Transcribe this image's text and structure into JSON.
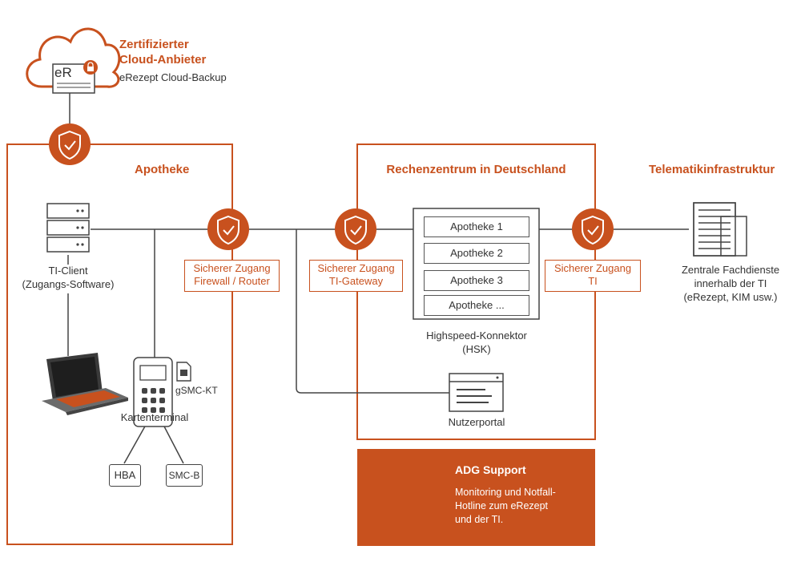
{
  "cloud": {
    "title_line1": "Zertifizierter",
    "title_line2": "Cloud-Anbieter",
    "subtitle": "eRezept Cloud-Backup",
    "logo_text": "eR"
  },
  "apotheke": {
    "title": "Apotheke",
    "ti_client_line1": "TI-Client",
    "ti_client_line2": "(Zugangs-Software)",
    "gsmc_label": "gSMC-KT",
    "kartenterminal_label": "Kartenterminal",
    "hba_label": "HBA",
    "smcb_label": "SMC-B",
    "firewall_line1": "Sicherer Zugang",
    "firewall_line2": "Firewall / Router"
  },
  "rechenzentrum": {
    "title": "Rechenzentrum in Deutschland",
    "gateway_line1": "Sicherer Zugang",
    "gateway_line2": "TI-Gateway",
    "hsk_items": [
      "Apotheke 1",
      "Apotheke 2",
      "Apotheke 3",
      "Apotheke ..."
    ],
    "hsk_line1": "Highspeed-Konnektor",
    "hsk_line2": "(HSK)",
    "ti_access_line1": "Sicherer Zugang",
    "ti_access_line2": "TI",
    "nutzerportal": "Nutzerportal"
  },
  "telematik": {
    "title": "Telematikinfrastruktur",
    "desc_line1": "Zentrale Fachdienste",
    "desc_line2": "innerhalb der TI",
    "desc_line3": "(eRezept, KIM usw.)"
  },
  "support": {
    "title": "ADG Support",
    "text_line1": "Monitoring und Notfall-",
    "text_line2": "Hotline zum eRezept",
    "text_line3": "und der TI."
  },
  "colors": {
    "accent": "#c8511e",
    "line": "#444444",
    "text": "#333333"
  }
}
